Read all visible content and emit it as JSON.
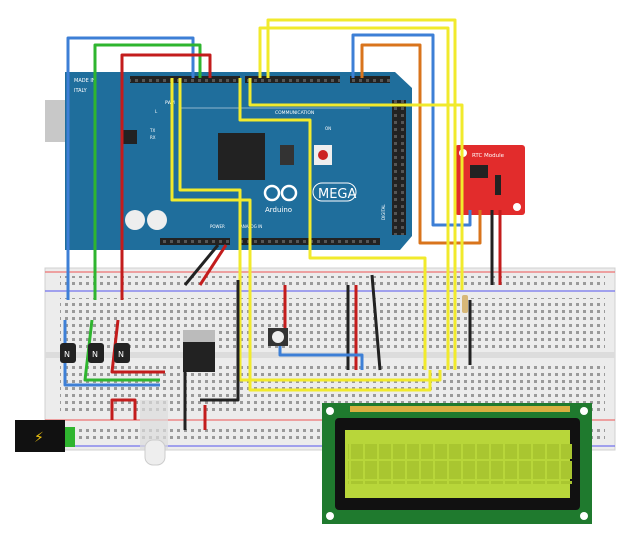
{
  "arduino": {
    "made_in": "MADE IN",
    "italy": "ITALY",
    "pwm": "PWM",
    "communication": "COMMUNICATION",
    "mega": "MEGA",
    "brand": "Arduino",
    "power": "POWER",
    "analog_in": "ANALOG IN",
    "digital": "DIGITAL",
    "tx": "TX",
    "rx": "RX",
    "l": "L",
    "on": "ON"
  },
  "rtc": {
    "title": "RTC Module"
  },
  "transistors": [
    {
      "label": "N"
    },
    {
      "label": "N"
    },
    {
      "label": "N"
    }
  ],
  "colors": {
    "board": "#1f6e9c",
    "rtc": "#e22c2c",
    "lcd": "#b8d63a",
    "wire_yellow": "#f1ea2c",
    "wire_blue": "#3d7fd6",
    "wire_green": "#2fb52f",
    "wire_red": "#c31c1c",
    "wire_orange": "#d9741c"
  }
}
